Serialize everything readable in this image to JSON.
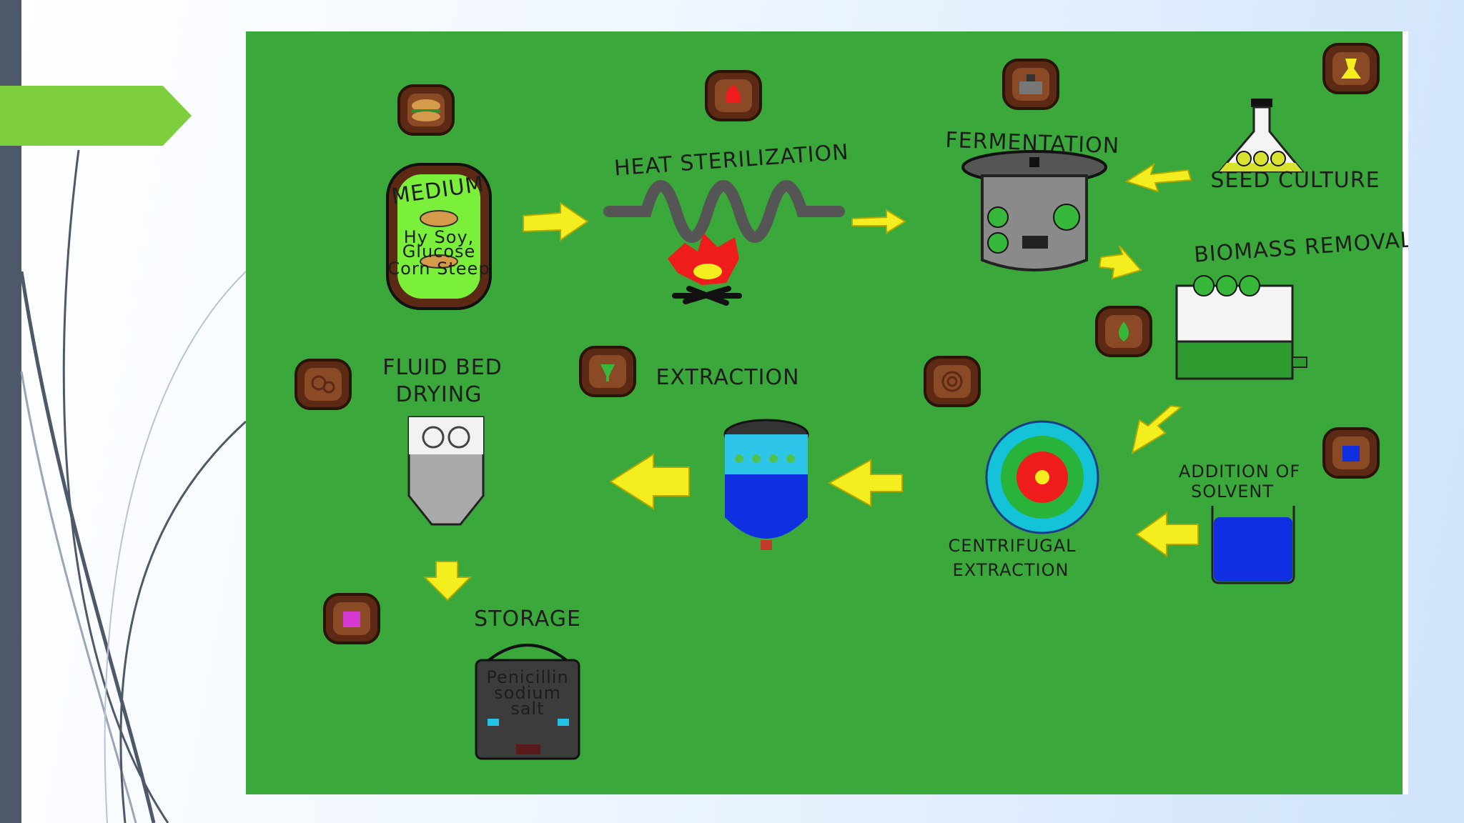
{
  "slide": {
    "accent_color": "#7ecf3e",
    "bar_color": "#4d5869",
    "diagram_background": "#3aa83a"
  },
  "diagram": {
    "steps": {
      "medium": {
        "title": "MEDIUM",
        "contents": [
          "Hy Soy,",
          "Glucose",
          "Corn Steep"
        ]
      },
      "heat_sterilization": {
        "title": "HEAT STERILIZATION"
      },
      "fermentation": {
        "title": "FERMENTATION"
      },
      "seed_culture": {
        "title": "SEED CULTURE"
      },
      "biomass_removal": {
        "title": "BIOMASS REMOVAL"
      },
      "addition_of_solvent": {
        "line1": "ADDITION OF",
        "line2": "SOLVENT"
      },
      "centrifugal_extraction": {
        "line1": "CENTRIFUGAL",
        "line2": "EXTRACTION"
      },
      "extraction": {
        "title": "EXTRACTION"
      },
      "fluid_bed_drying": {
        "line1": "FLUID BED",
        "line2": "DRYING"
      },
      "storage": {
        "title": "STORAGE",
        "contents": [
          "Penicillin",
          "sodium",
          "salt"
        ]
      }
    },
    "colors": {
      "arrow": "#f4ee1f",
      "icon_frame": "#5c2a14",
      "solvent_blue": "#0f2fe0",
      "flame_red": "#ee1c1c"
    }
  }
}
